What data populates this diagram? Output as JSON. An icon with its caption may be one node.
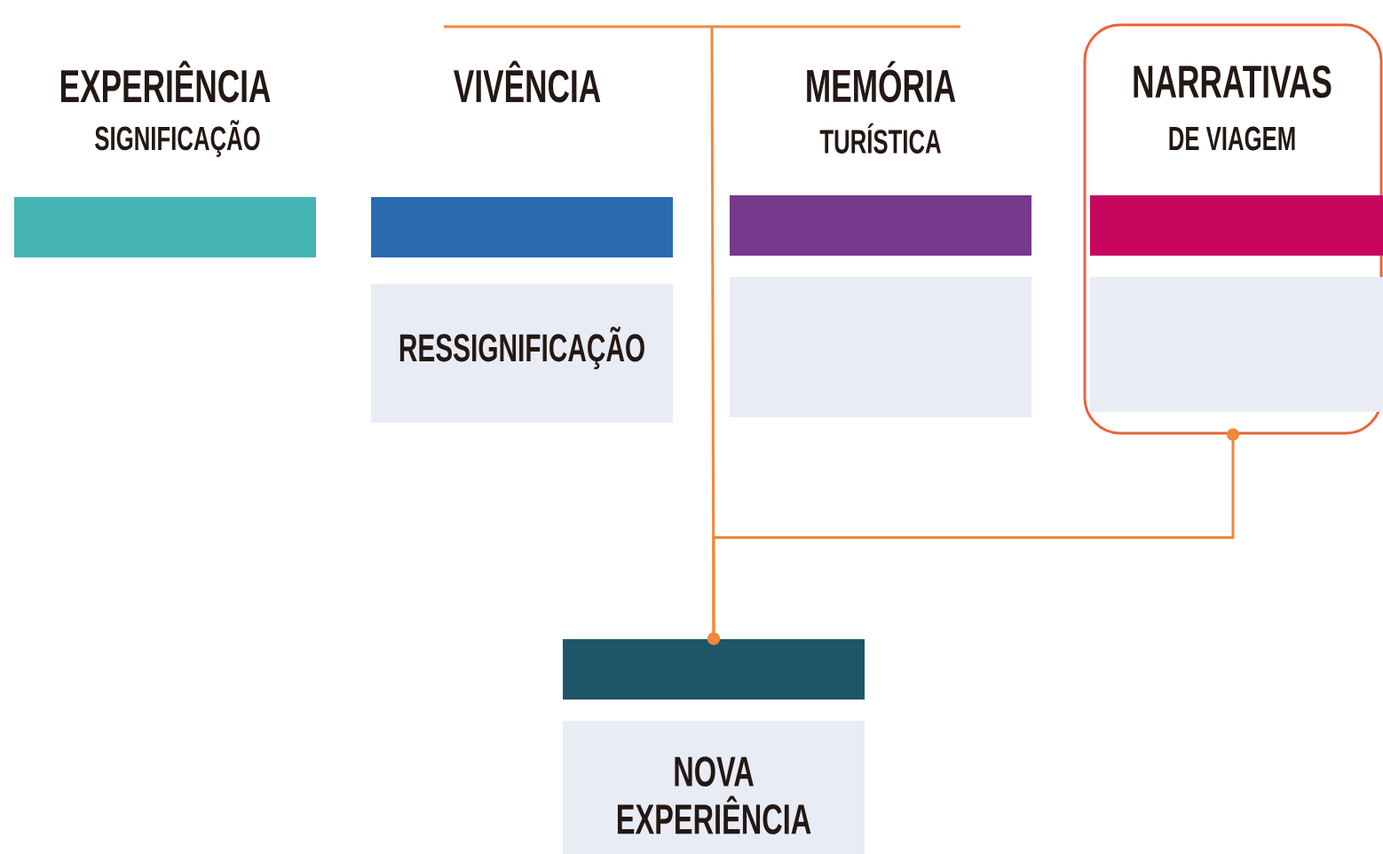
{
  "diagram": {
    "nodes": [
      {
        "text": [
          "EXPERIÊNCIA",
          "SIGNIFICAÇÃO"
        ]
      },
      {
        "text": [
          "VIVÊNCIA"
        ]
      },
      {
        "text": [
          "RESSIGNIFICAÇÃO"
        ]
      },
      {
        "text": [
          "MEMÓRIA",
          "TURÍSTICA"
        ]
      },
      {
        "text": [],
        "shape": "box"
      },
      {
        "text": [
          "NARRATIVAS",
          "DE VIAGEM"
        ]
      },
      {
        "text": [],
        "shape": "bar",
        "in": 5
      },
      {
        "text": [],
        "shape": "box",
        "in": 5
      },
      {
        "text": [],
        "shape": "bar"
      },
      {
        "text": [
          "NOVA EXPERIÊNCIA"
        ]
      }
    ],
    "edges": [
      {
        "from": 5,
        "to": 8,
        "arrow": "other"
      },
      {
        "from": null,
        "to": 8,
        "arrow": "other"
      }
    ]
  }
}
